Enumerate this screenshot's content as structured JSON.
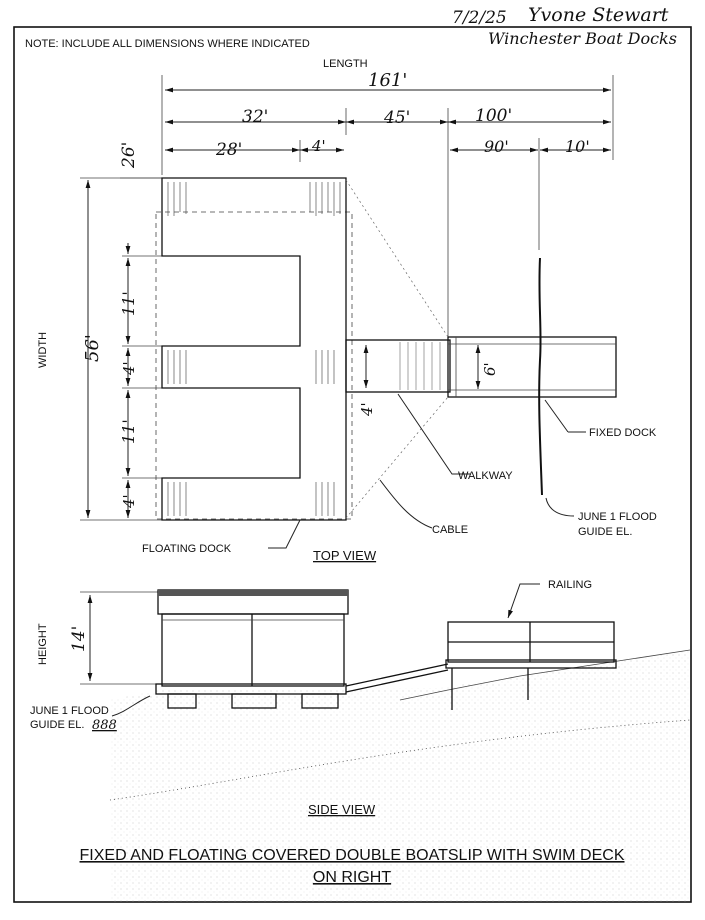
{
  "handwritten": {
    "date": "7/2/25",
    "name": "Yvone Stewart",
    "project": "Winchester Boat Docks"
  },
  "note": "NOTE: INCLUDE ALL DIMENSIONS WHERE INDICATED",
  "labels": {
    "length": "LENGTH",
    "width": "WIDTH",
    "height": "HEIGHT",
    "fixed_dock": "FIXED DOCK",
    "walkway": "WALKWAY",
    "cable": "CABLE",
    "floating_dock": "FLOATING DOCK",
    "flood_top_1": "JUNE 1 FLOOD",
    "flood_top_2": "GUIDE EL.",
    "flood_side_1": "JUNE 1 FLOOD",
    "flood_side_2": "GUIDE EL.",
    "railing": "RAILING"
  },
  "dimensions": {
    "length_total": "161'",
    "seg_32": "32'",
    "seg_45": "45'",
    "seg_100": "100'",
    "seg_28": "28'",
    "seg_4a": "4'",
    "seg_90": "90'",
    "seg_10": "10'",
    "depth_26": "26'",
    "width_56": "56'",
    "w_11a": "11'",
    "w_4a": "4'",
    "w_11b": "11'",
    "w_4b": "4'",
    "walk_4": "4'",
    "fixed_6": "6'",
    "height_14": "14'",
    "flood_el": "888"
  },
  "views": {
    "top": "TOP VIEW",
    "side": "SIDE VIEW"
  },
  "title": {
    "line1": "FIXED AND FLOATING COVERED DOUBLE BOATSLIP WITH SWIM DECK",
    "line2": "ON RIGHT"
  }
}
